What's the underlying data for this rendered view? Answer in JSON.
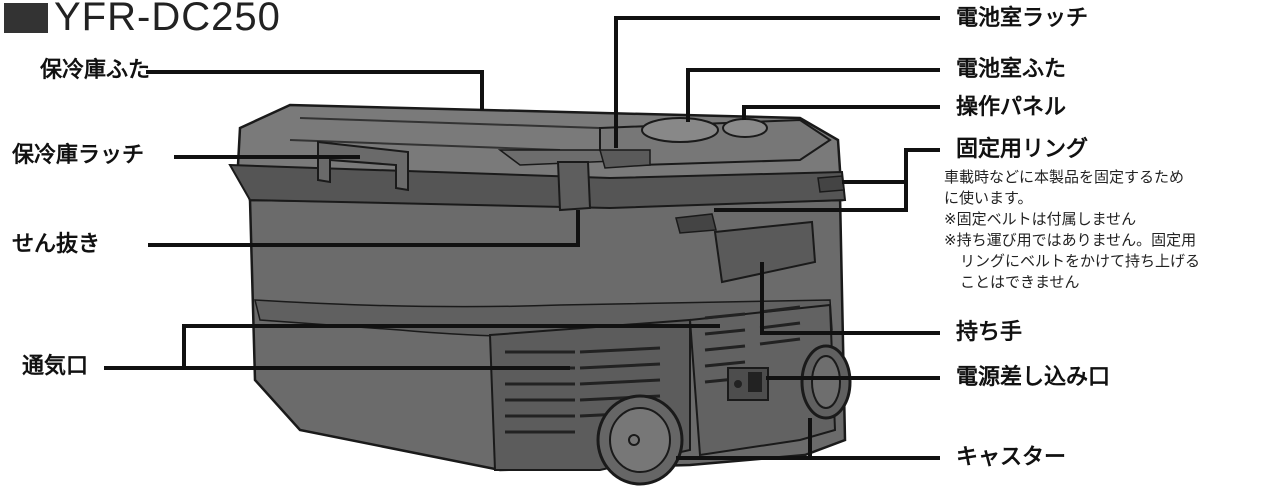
{
  "title": "YFR-DC250",
  "labels": {
    "lid": "保冷庫ふた",
    "cooler_latch": "保冷庫ラッチ",
    "bottle_opener": "せん抜き",
    "vent": "通気口",
    "battery_latch": "電池室ラッチ",
    "battery_lid": "電池室ふた",
    "control_panel": "操作パネル",
    "fixing_ring": "固定用リング",
    "handle": "持ち手",
    "power_inlet": "電源差し込み口",
    "caster": "キャスター"
  },
  "note_lines": [
    "車載時などに本製品を固定するため",
    "に使います。",
    "※固定ベルトは付属しません",
    "※持ち運び用ではありません。固定用",
    "リングにベルトをかけて持ち上げる",
    "ことはできません"
  ],
  "colors": {
    "body": "#6b6b6b",
    "body_dark": "#4a4a4a",
    "lid": "#7a7a7a",
    "outline": "#1a1a1a",
    "leader": "#111111"
  }
}
